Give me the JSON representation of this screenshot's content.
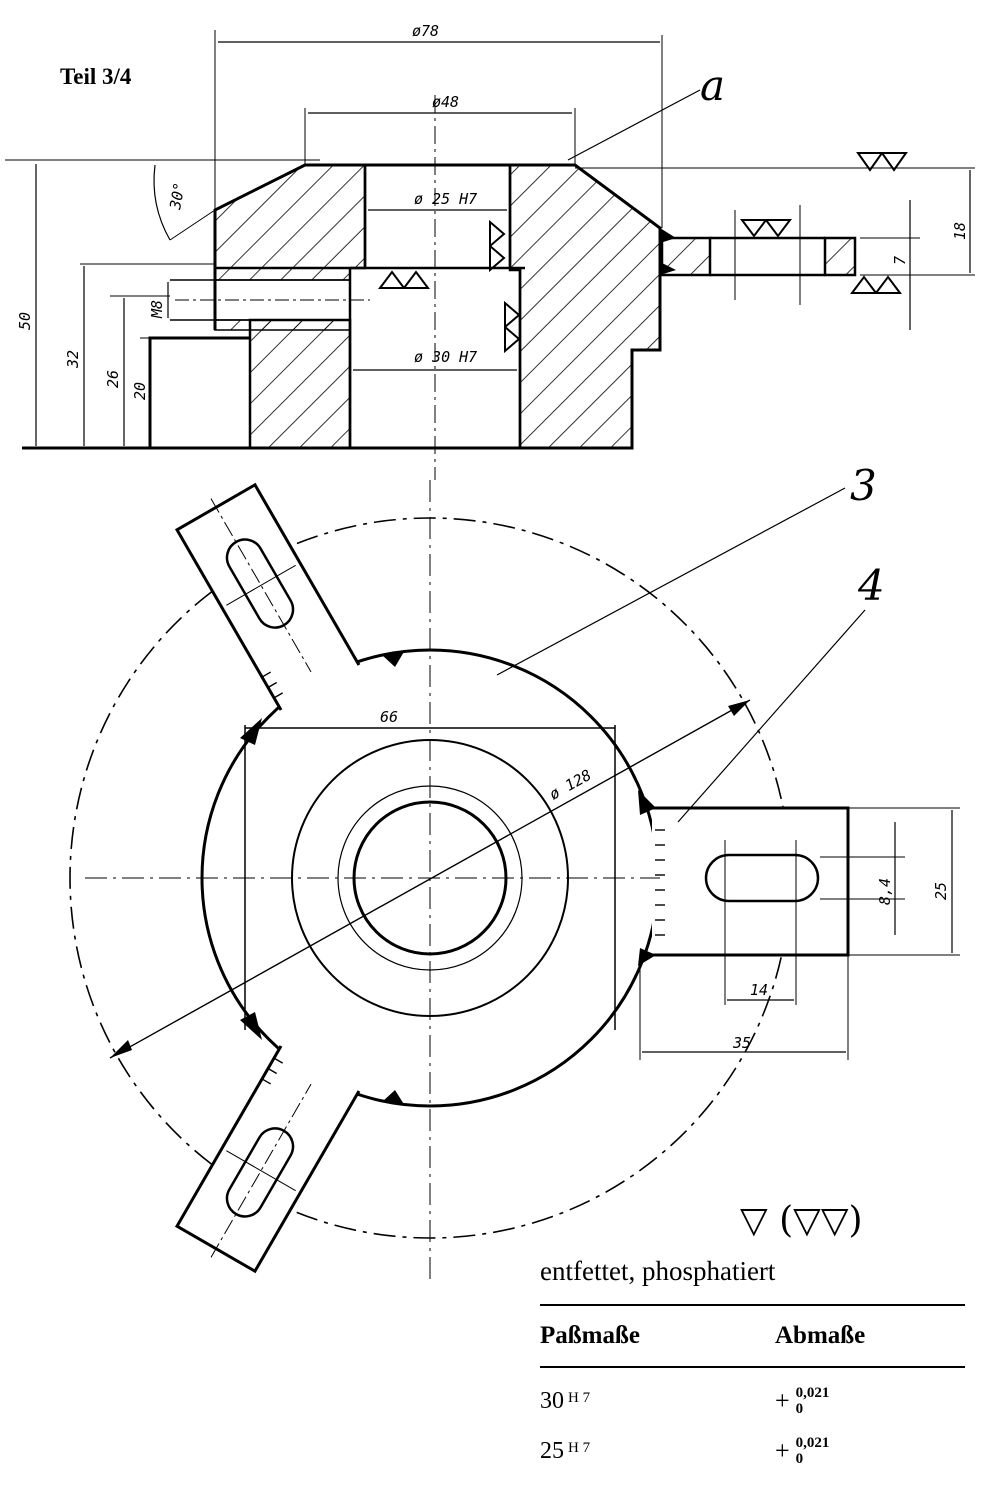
{
  "title": "Teil 3/4",
  "part_labels": {
    "a": "a",
    "three": "3",
    "four": "4"
  },
  "dimensions": {
    "d78": "ø78",
    "d48": "ø48",
    "d25": "ø 25 H7",
    "d30": "ø 30 H7",
    "m8": "M8",
    "h50": "50",
    "h32": "32",
    "h26": "26",
    "h20": "20",
    "h18": "18",
    "h7": "7",
    "angle": "30°",
    "d66": "66",
    "d128": "ø 128",
    "w25": "25",
    "w8_4": "8,4",
    "w14": "14",
    "w35": "35"
  },
  "legend": {
    "surface_symbol": "▽ (▽▽)",
    "note": "entfettet, phosphatiert",
    "table": {
      "headers": [
        "Paßmaße",
        "Abmaße"
      ],
      "rows": [
        {
          "fit_size": "30",
          "fit_class": "H 7",
          "sign": "+",
          "upper": "0,021",
          "lower": "0"
        },
        {
          "fit_size": "25",
          "fit_class": "H 7",
          "sign": "+",
          "upper": "0,021",
          "lower": "0"
        }
      ]
    }
  }
}
